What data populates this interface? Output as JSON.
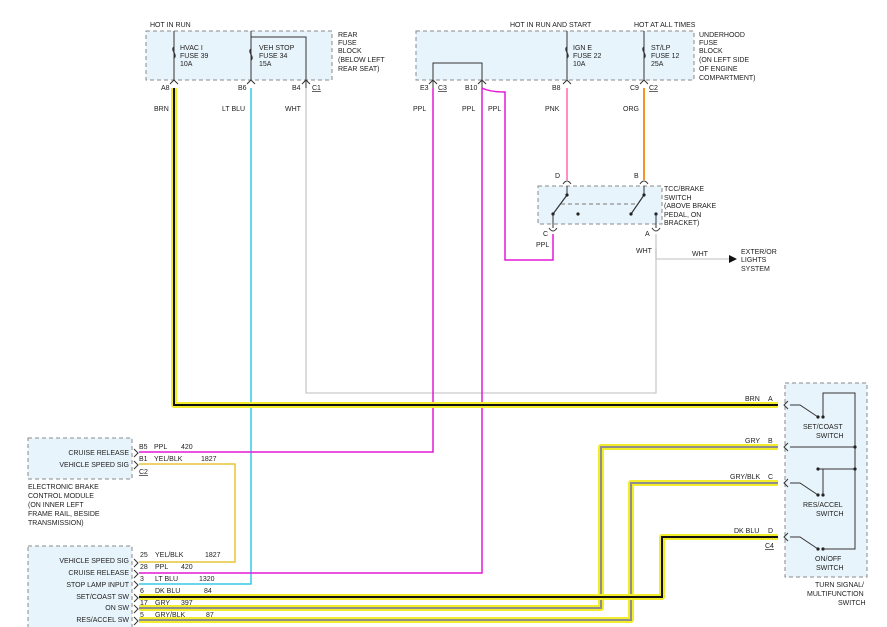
{
  "headers": {
    "hot_in_run": "HOT IN RUN",
    "hot_in_run_and_start": "HOT IN RUN AND START",
    "hot_at_all_times": "HOT AT ALL TIMES"
  },
  "rear_fuse_block": {
    "label": [
      "REAR",
      "FUSE",
      "BLOCK",
      "(BELOW LEFT",
      "REAR SEAT)"
    ],
    "fuses": [
      {
        "lines": [
          "HVAC I",
          "FUSE 39",
          "10A"
        ]
      },
      {
        "lines": [
          "VEH STOP",
          "FUSE 34",
          "15A"
        ]
      }
    ],
    "pins": [
      "A8",
      "B6",
      "B4",
      "C1"
    ]
  },
  "underhood_fuse_block": {
    "label": [
      "UNDERHOOD",
      "FUSE",
      "BLOCK",
      "(ON LEFT SIDE",
      "OF ENGINE",
      "COMPARTMENT)"
    ],
    "fuses": [
      {
        "lines": [
          "IGN E",
          "FUSE 22",
          "10A"
        ]
      },
      {
        "lines": [
          "ST/LP",
          "FUSE 12",
          "25A"
        ]
      }
    ],
    "pins": [
      "E3",
      "C3",
      "B10",
      "B8",
      "C9",
      "C2"
    ]
  },
  "tcc_brake_switch": {
    "label": [
      "TCC/BRAKE",
      "SWITCH",
      "(ABOVE BRAKE",
      "PEDAL, ON",
      "BRACKET)"
    ],
    "pins": [
      "D",
      "B",
      "C",
      "A"
    ]
  },
  "wire_colors": {
    "brn": "BRN",
    "lt_blu": "LT BLU",
    "wht": "WHT",
    "ppl": "PPL",
    "pnk": "PNK",
    "org": "ORG",
    "gry": "GRY",
    "gry_blk": "GRY/BLK",
    "dk_blu": "DK BLU"
  },
  "exterior_lights": {
    "lines": [
      "EXTER/OR",
      "LIGHTS",
      "SYSTEM"
    ]
  },
  "ebcm": {
    "rows": [
      {
        "name": "CRUISE RELEASE",
        "pin": "B5",
        "color": "PPL",
        "circuit": "420"
      },
      {
        "name": "VEHICLE SPEED SIG",
        "pin": "B1",
        "color": "YEL/BLK",
        "circuit": "1827"
      }
    ],
    "connector": "C2",
    "label": [
      "ELECTRONIC BRAKE",
      "CONTROL MODULE",
      "(ON INNER LEFT",
      "FRAME RAIL, BESIDE",
      "TRANSMISSION)"
    ]
  },
  "pcm": {
    "rows": [
      {
        "name": "VEHICLE SPEED SIG",
        "pin": "25",
        "color": "YEL/BLK",
        "circuit": "1827"
      },
      {
        "name": "CRUISE RELEASE",
        "pin": "28",
        "color": "PPL",
        "circuit": "420"
      },
      {
        "name": "STOP LAMP INPUT",
        "pin": "3",
        "color": "LT BLU",
        "circuit": "1320"
      },
      {
        "name": "SET/COAST SW",
        "pin": "6",
        "color": "DK BLU",
        "circuit": "84"
      },
      {
        "name": "ON SW",
        "pin": "17",
        "color": "GRY",
        "circuit": "397"
      },
      {
        "name": "RES/ACCEL SW",
        "pin": "5",
        "color": "GRY/BLK",
        "circuit": "87"
      }
    ]
  },
  "turn_signal_switch": {
    "connector_pins": [
      "A",
      "B",
      "C",
      "D"
    ],
    "connector": "C4",
    "wire_labels": [
      "BRN",
      "GRY",
      "GRY/BLK",
      "DK BLU"
    ],
    "sections": [
      {
        "lines": [
          "SET/COAST",
          "SWITCH"
        ]
      },
      {
        "lines": [
          "RES/ACCEL",
          "SWITCH"
        ]
      },
      {
        "lines": [
          "ON/OFF",
          "SWITCH"
        ]
      }
    ],
    "label": [
      "TURN SIGNAL/",
      "MULTIFUNCTION",
      "SWITCH"
    ]
  },
  "colors": {
    "brn": "#111111",
    "highlight": "#f3ec2a",
    "lt_blu": "#37c9e6",
    "wht": "#c9c9c9",
    "ppl": "#e21ad6",
    "pnk": "#ff69b4",
    "org": "#ef8a12",
    "gry": "#8e8e8e",
    "yel_blk": "#e8c636",
    "dk_blu": "#111111"
  }
}
